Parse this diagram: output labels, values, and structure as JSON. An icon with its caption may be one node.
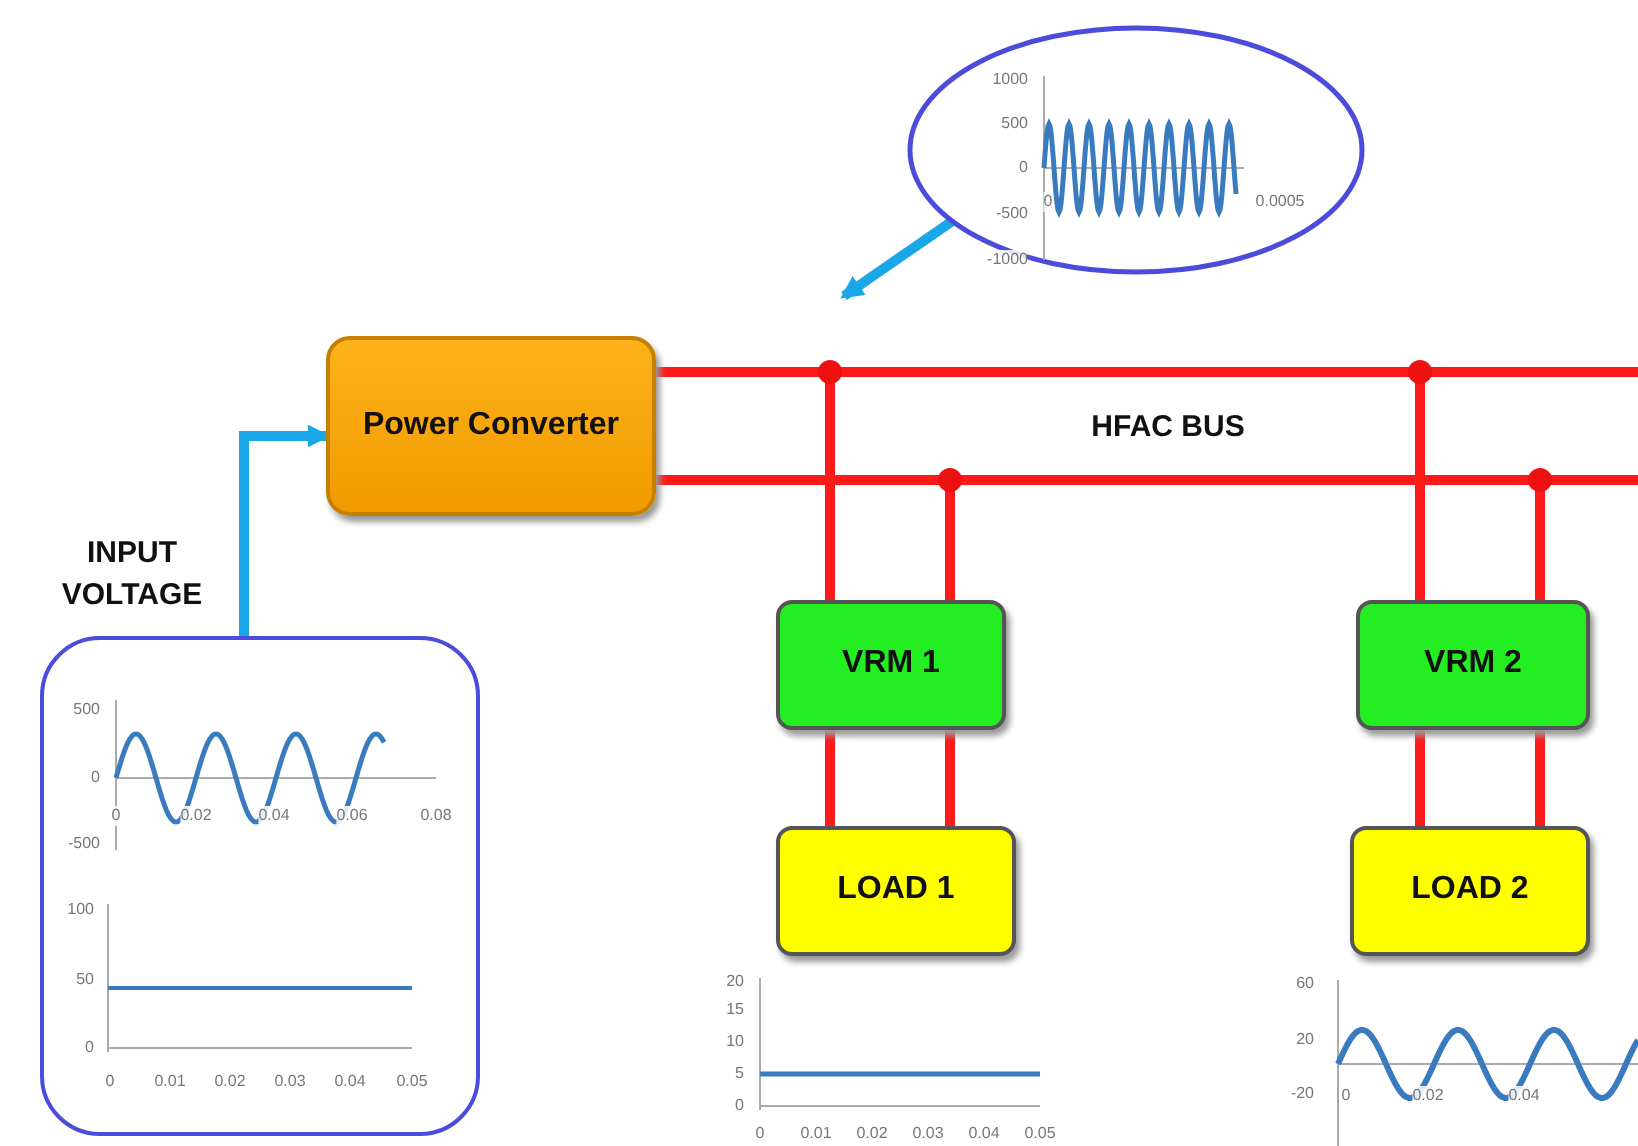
{
  "diagram": {
    "nodes": [
      {
        "text": [
          "Power Converter"
        ]
      },
      {
        "text": [],
        "shape": "ellipse"
      },
      {
        "text": [],
        "shape": "box"
      },
      {
        "text": [
          "VRM 1"
        ]
      },
      {
        "text": [
          "LOAD 1"
        ]
      },
      {
        "text": [
          "VRM 2"
        ]
      },
      {
        "text": [
          "LOAD 2"
        ]
      }
    ],
    "edges": [
      {
        "from": 2,
        "to": 0,
        "arrow": "to",
        "color": "#1aa7e8"
      },
      {
        "from": 1,
        "to": null,
        "arrow": "to",
        "color": "#1aa7e8"
      },
      {
        "from": 0,
        "to": 3,
        "arrow": "none"
      },
      {
        "from": 0,
        "to": 3,
        "arrow": "none"
      },
      {
        "from": 0,
        "to": 5,
        "arrow": "none"
      },
      {
        "from": 0,
        "to": 5,
        "arrow": "none"
      },
      {
        "from": 3,
        "to": 4,
        "arrow": "none"
      },
      {
        "from": 3,
        "to": 4,
        "arrow": "none"
      },
      {
        "from": 5,
        "to": 6,
        "arrow": "none"
      },
      {
        "from": 5,
        "to": 6,
        "arrow": "none"
      }
    ],
    "labels": [
      "INPUT VOLTAGE",
      "HFAC BUS",
      "1000",
      "500",
      "0",
      "-500",
      "-1000",
      "0",
      "0.0005",
      "500",
      "0",
      "-500",
      "0",
      "0.02",
      "0.04",
      "0.06",
      "0.08",
      "100",
      "50",
      "0",
      "0",
      "0.01",
      "0.02",
      "0.03",
      "0.04",
      "0.05",
      "20",
      "15",
      "10",
      "5",
      "0",
      "0",
      "0.01",
      "0.02",
      "0.03",
      "0.04",
      "0.05",
      "60",
      "20",
      "-20",
      "0",
      "0.02",
      "0.04"
    ]
  }
}
